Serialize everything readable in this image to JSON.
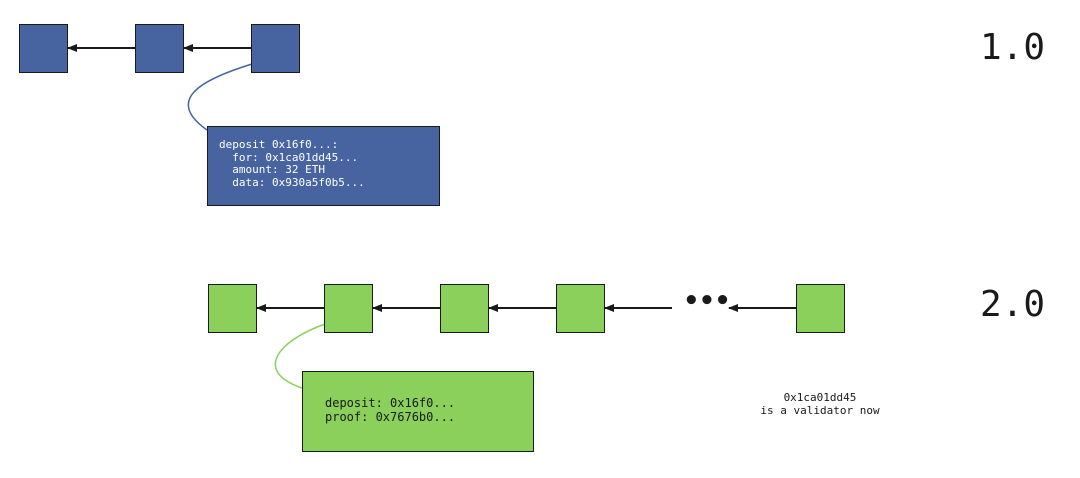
{
  "colors": {
    "eth1_block": "#4763a0",
    "eth2_block": "#8ad05a",
    "eth1_link": "#4763a0",
    "eth2_link": "#8ad05a"
  },
  "eth1": {
    "label": "1.0",
    "block_count": 3,
    "deposit_box": {
      "lines": [
        "deposit 0x16f0...:",
        "  for: 0x1ca01dd45...",
        "  amount: 32 ETH",
        "  data: 0x930a5f0b5..."
      ]
    }
  },
  "eth2": {
    "label": "2.0",
    "block_count": 5,
    "ellipsis": "•••",
    "proof_box": {
      "lines": [
        "deposit: 0x16f0...",
        "proof: 0x7676b0..."
      ]
    },
    "validator_note": {
      "lines": [
        "0x1ca01dd45",
        "is a validator now"
      ]
    }
  }
}
